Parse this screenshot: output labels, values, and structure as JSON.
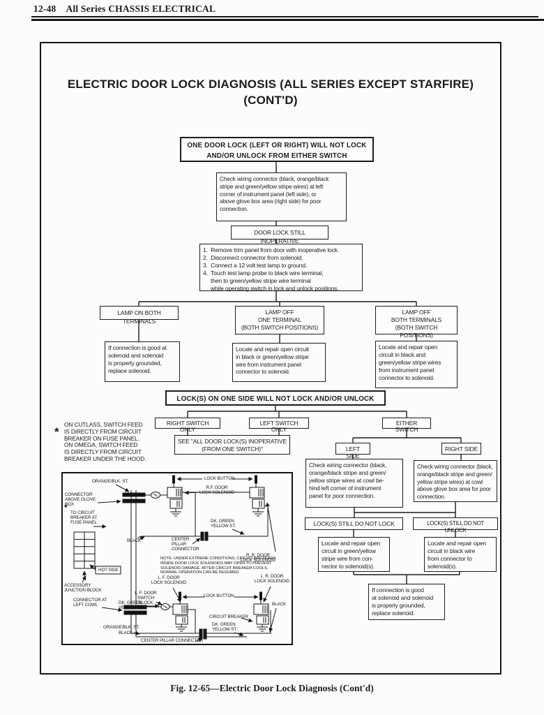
{
  "page": {
    "header_num": "12-48",
    "header_title": "All Series CHASSIS ELECTRICAL",
    "caption": "Fig. 12-65—Electric Door Lock Diagnosis (Cont'd)"
  },
  "title": {
    "text": "ELECTRIC DOOR LOCK DIAGNOSIS  (ALL SERIES EXCEPT STARFIRE)\n(CONT'D)"
  },
  "note_cutlass": {
    "star": "*",
    "text": "ON CUTLASS, SWITCH FEED\nIS DIRECTLY FROM CIRCUIT\nBREAKER ON FUSE PANEL.\nON OMEGA, SWITCH FEED\nIS DIRECTLY FROM CIRCUIT\nBREAKER UNDER THE HOOD."
  },
  "flow1": {
    "start": "ONE DOOR LOCK (LEFT OR RIGHT) WILL NOT LOCK\nAND/OR UNLOCK FROM EITHER SWITCH",
    "check": "Check wiring connector (black, orange/black\nstripe and green/yellow stripe wires) at left\ncorner of instrument panel (left side), or\nabove glove box area (right side) for poor\nconnection.",
    "inoperative": "DOOR LOCK STILL INOPERATIVE",
    "steps_text": "1.  Remove trim panel from door with inoperative lock.\n2.  Disconnect connector from solenoid.\n3.  Connect a 12 volt test lamp to ground.\n4.  Touch test lamp probe to black wire terminal,\n     then to green/yellow stripe wire terminal\n     while operating switch in lock and unlock positions.",
    "cols": [
      {
        "head": "LAMP ON BOTH TERMINALS",
        "body": "If connection is good at\nsolenoid and solenoid\nis properly grounded,\nreplace solenoid."
      },
      {
        "head": "LAMP OFF\nONE TERMINAL\n(BOTH SWITCH POSITIONS)",
        "body": "Locate and repair open circuit\nin black or green/yellow stripe\nwire from instrument panel\nconnector to solenoid."
      },
      {
        "head": "LAMP OFF\nBOTH TERMINALS\n(BOTH SWITCH POSITIONS)",
        "body": "Locate and repair open\ncircuit in black and\ngreen/yellow stripe wires\nfrom instrument panel\nconnector to solenoid."
      }
    ]
  },
  "flow2": {
    "header": "LOCK(S) ON ONE SIDE WILL NOT LOCK AND/OR UNLOCK",
    "right_switch": "RIGHT SWITCH ONLY",
    "left_switch": "LEFT SWITCH ONLY",
    "either_switch": "EITHER SWITCH",
    "see": "SEE \"ALL DOOR LOCK(S) INOPERATIVE\n(FROM ONE SWITCH)\"",
    "left_side": "LEFT SIDE",
    "right_side": "RIGHT SIDE",
    "left_check": "Check wiring connector (black,\norange/black stripe and green/\nyellow stripe wires at cowl be-\nhind left corner of instrument\npanel for poor connection.",
    "right_check": "Check wiring connector (black,\norange/black stripe and green/\nyellow stripe wires) at cowl\nabove glove box area for poor\nconnection.",
    "not_lock": "LOCK(S) STILL DO NOT LOCK",
    "not_unlock": "LOCK(S) STILL DO NOT UNLOCK",
    "repair_left": "Locate and repair open\ncircuit in green/yellow\nstripe wire from con-\nnector to solenoid(s).",
    "repair_right": "Locate and repair open\ncircuit in black wire\nfrom connector to\nsolenoid(s).",
    "good": "If connection is good\nat solenoid and solenoid\nis properly grounded,\nreplace solenoid."
  },
  "diagram": {
    "labels": {
      "orange_blk_top": "ORANGE/BLK. ST.",
      "connector_glove": "CONNECTOR\nABOVE GLOVE\nBOX",
      "star": "*",
      "to_breaker": "TO CIRCUIT\nBREAKER AT\nFUSE PANEL",
      "hot_side": "HOT SIDE",
      "accessory": "ACCESSORY\nJUNCTION BLOCK",
      "left_cowl": "CONNECTOR AT\nLEFT COWL",
      "lock_button_top": "LOCK BUTTON",
      "rf_solenoid": "R.F. DOOR\nLOCK SOLENOID",
      "dk_green_top": "DK. GREEN\nYELLOW ST.",
      "black_top": "BLACK",
      "center_pillar_top": "CENTER\nPILLAR\nCONNECTOR",
      "rr_solenoid": "R. R. DOOR\nLOCK SOLENOID",
      "note": "NOTE:  UNDER EXTREME CONDITIONS, CIRCUIT BREAKERS\nINSIDE DOOR LOCK SOLENOIDS MAY OPEN TO PREVENT\nSOLENOID DAMAGE.  AFTER CIRCUIT BREAKER COOLS,\nNORMAL OPERATION CAN BE RESUMED.",
      "lf_solenoid": "L. F. DOOR\nLOCK SOLENOID",
      "lr_solenoid": "L. R. DOOR\nLOCK SOLENOID",
      "lf_switch_block": "L. F. DOOR\nSWITCH BLOCK",
      "dk_green_mid": "DK. GREEN\nYELLOW ST.",
      "lock_button_bottom": "LOCK BUTTON",
      "circuit_breaker": "CIRCUIT BREAKER",
      "dk_green_bottom": "DK. GREEN\nYELLOW ST.",
      "black_right": "BLACK",
      "orange_blk_bottom": "ORANGE/BLK. ST.",
      "black_bottom": "BLACK",
      "center_pillar_bottom": "CENTER PILLAR CONNECTOR"
    }
  }
}
